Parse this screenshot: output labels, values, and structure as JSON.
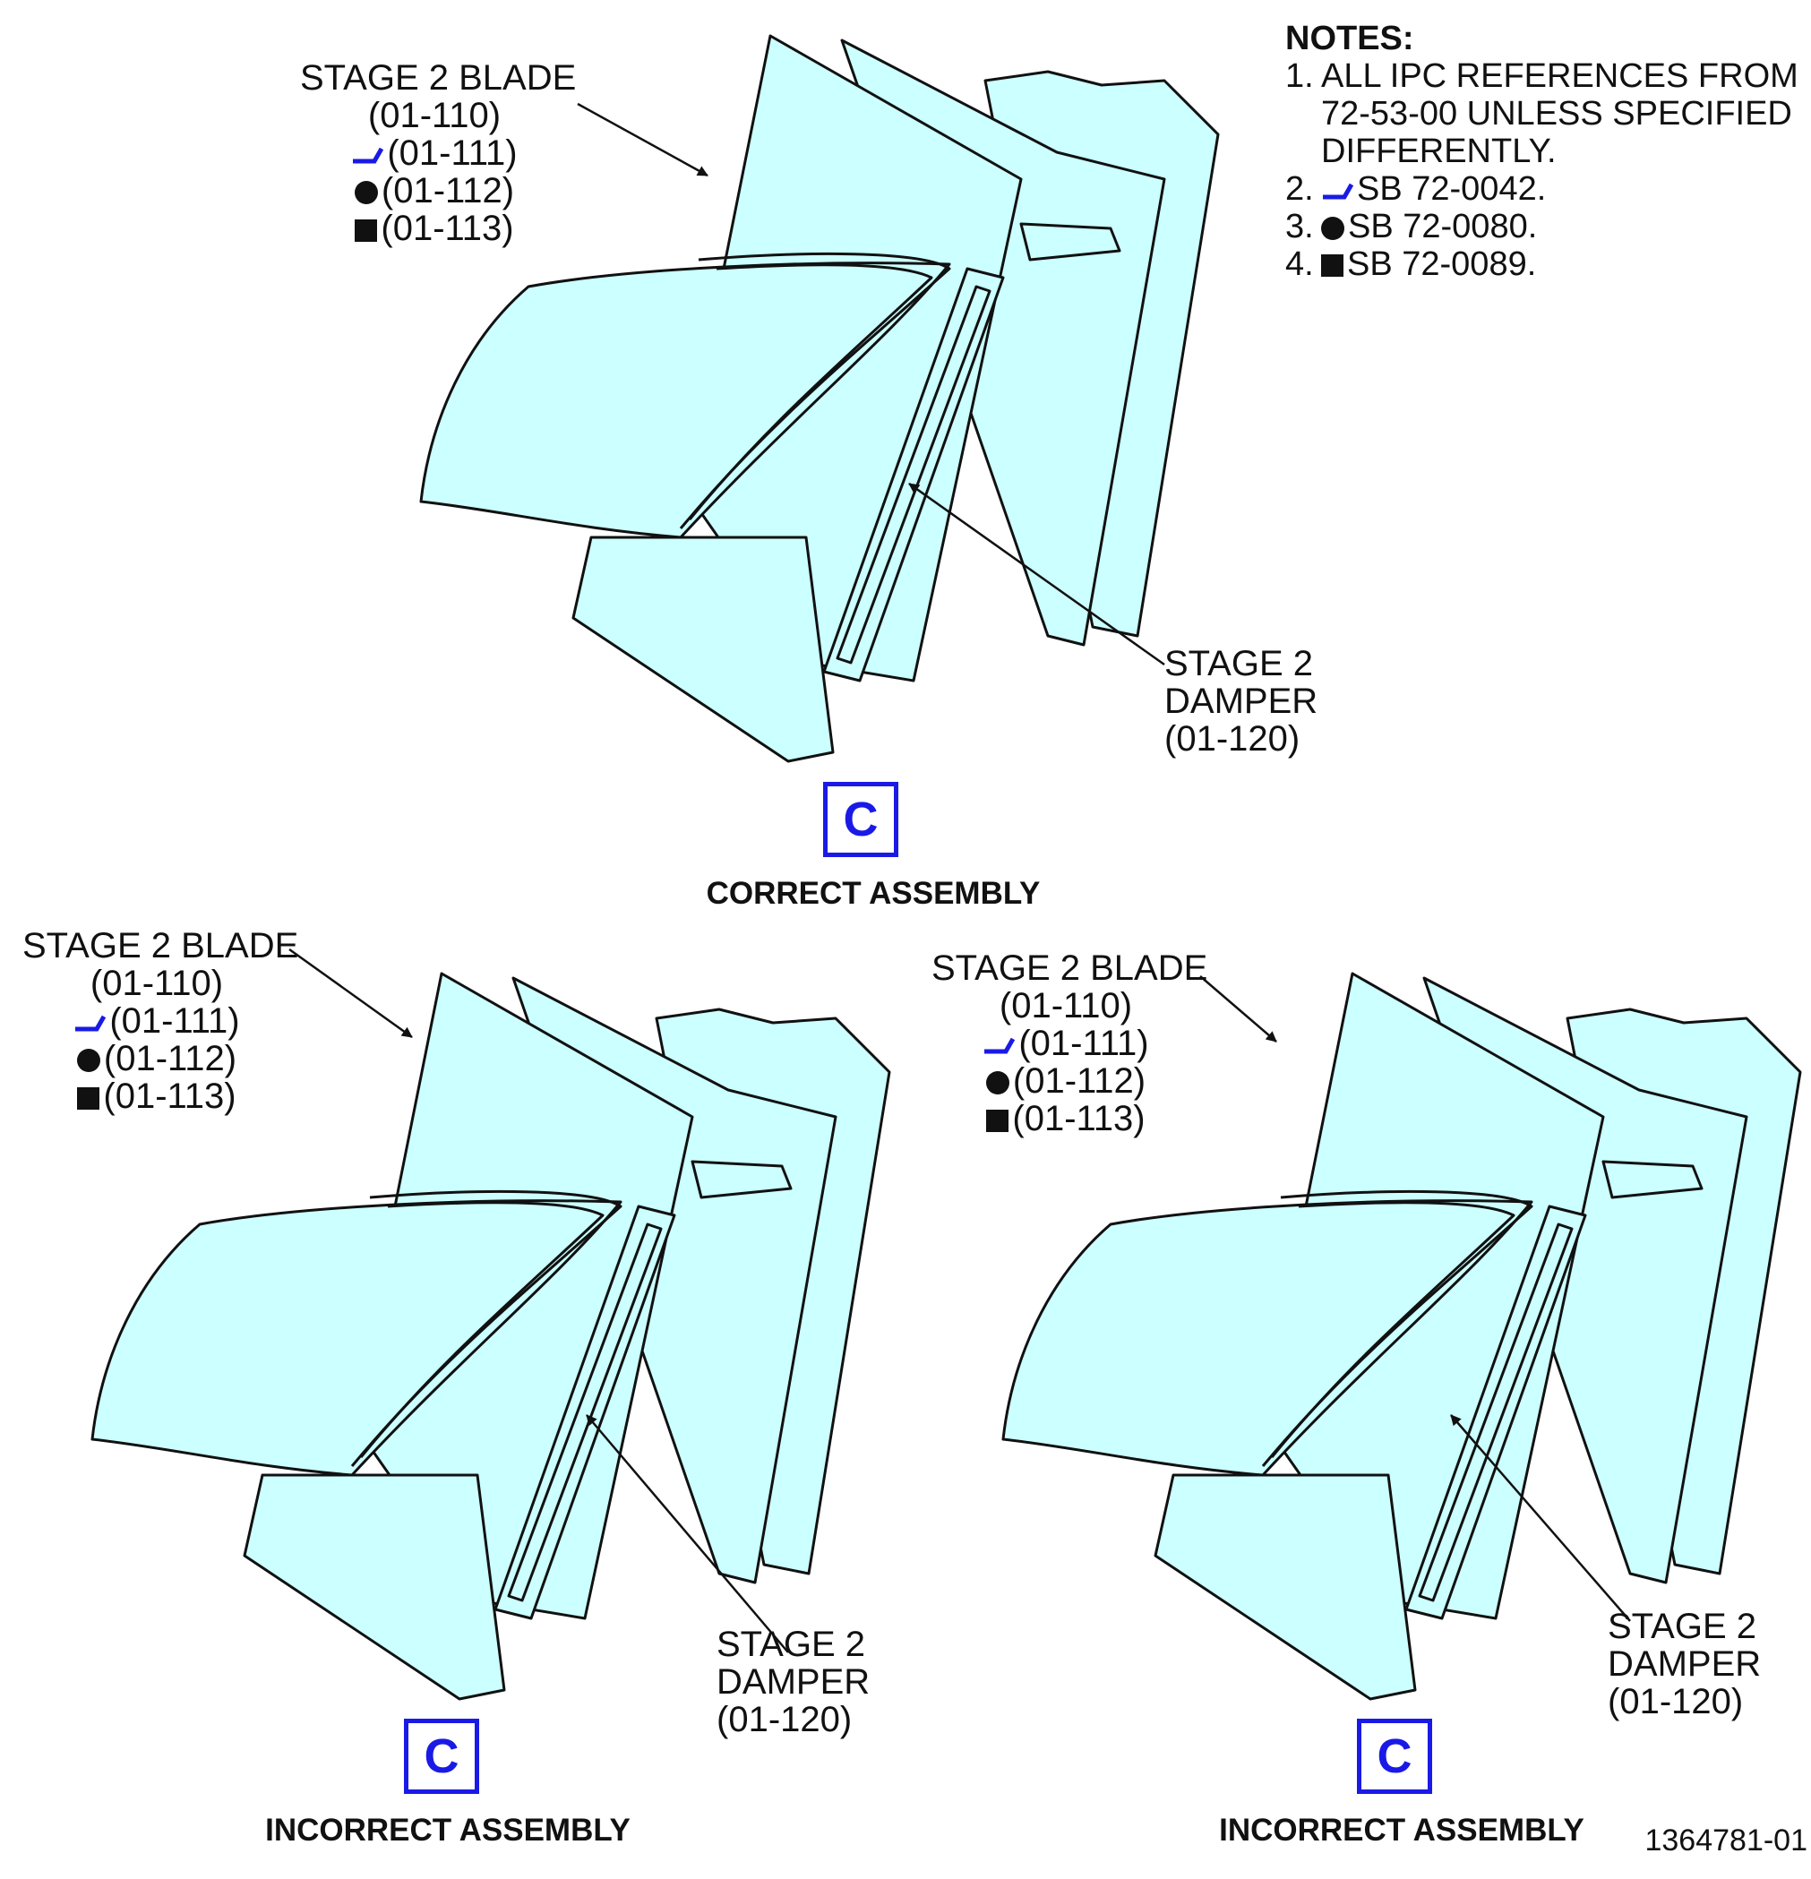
{
  "figure": {
    "views": [
      {
        "blade_label": {
          "title": "STAGE 2 BLADE",
          "refs": [
            {
              "icon": "sb-check-icon",
              "text": "(01-110)"
            },
            {
              "icon": "sb-check-icon",
              "text": "(01-111)"
            },
            {
              "icon": "dot-icon",
              "text": "(01-112)"
            },
            {
              "icon": "square-icon",
              "text": "(01-113)"
            }
          ]
        },
        "damper_label": [
          "STAGE 2",
          "DAMPER",
          "(01-120)"
        ],
        "view_letter": "C",
        "caption": "CORRECT ASSEMBLY"
      },
      {
        "blade_label": {
          "title": "STAGE 2 BLADE",
          "refs": [
            {
              "icon": "none",
              "text": "(01-110)"
            },
            {
              "icon": "sb-check-icon",
              "text": "(01-111)"
            },
            {
              "icon": "dot-icon",
              "text": "(01-112)"
            },
            {
              "icon": "square-icon",
              "text": "(01-113)"
            }
          ]
        },
        "damper_label": [
          "STAGE 2",
          "DAMPER",
          "(01-120)"
        ],
        "view_letter": "C",
        "caption": "INCORRECT ASSEMBLY"
      },
      {
        "blade_label": {
          "title": "STAGE 2 BLADE",
          "refs": [
            {
              "icon": "none",
              "text": "(01-110)"
            },
            {
              "icon": "sb-check-icon",
              "text": "(01-111)"
            },
            {
              "icon": "dot-icon",
              "text": "(01-112)"
            },
            {
              "icon": "square-icon",
              "text": "(01-113)"
            }
          ]
        },
        "damper_label": [
          "STAGE 2",
          "DAMPER",
          "(01-120)"
        ],
        "view_letter": "C",
        "caption": "INCORRECT ASSEMBLY"
      }
    ]
  },
  "notes": {
    "heading": "NOTES:",
    "items": [
      {
        "num": "1.",
        "lines": [
          "ALL IPC REFERENCES FROM",
          "72-53-00 UNLESS SPECIFIED",
          "DIFFERENTLY."
        ]
      },
      {
        "num": "2.",
        "icon": "sb-check-icon",
        "lines": [
          "SB 72-0042."
        ]
      },
      {
        "num": "3.",
        "icon": "dot-icon",
        "lines": [
          "SB 72-0080."
        ]
      },
      {
        "num": "4.",
        "icon": "square-icon",
        "lines": [
          "SB 72-0089."
        ]
      }
    ]
  },
  "drawing_number": "1364781-01",
  "colors": {
    "part_fill": "#ccffff",
    "line": "#111111",
    "accent_blue": "#1a1ae6"
  }
}
